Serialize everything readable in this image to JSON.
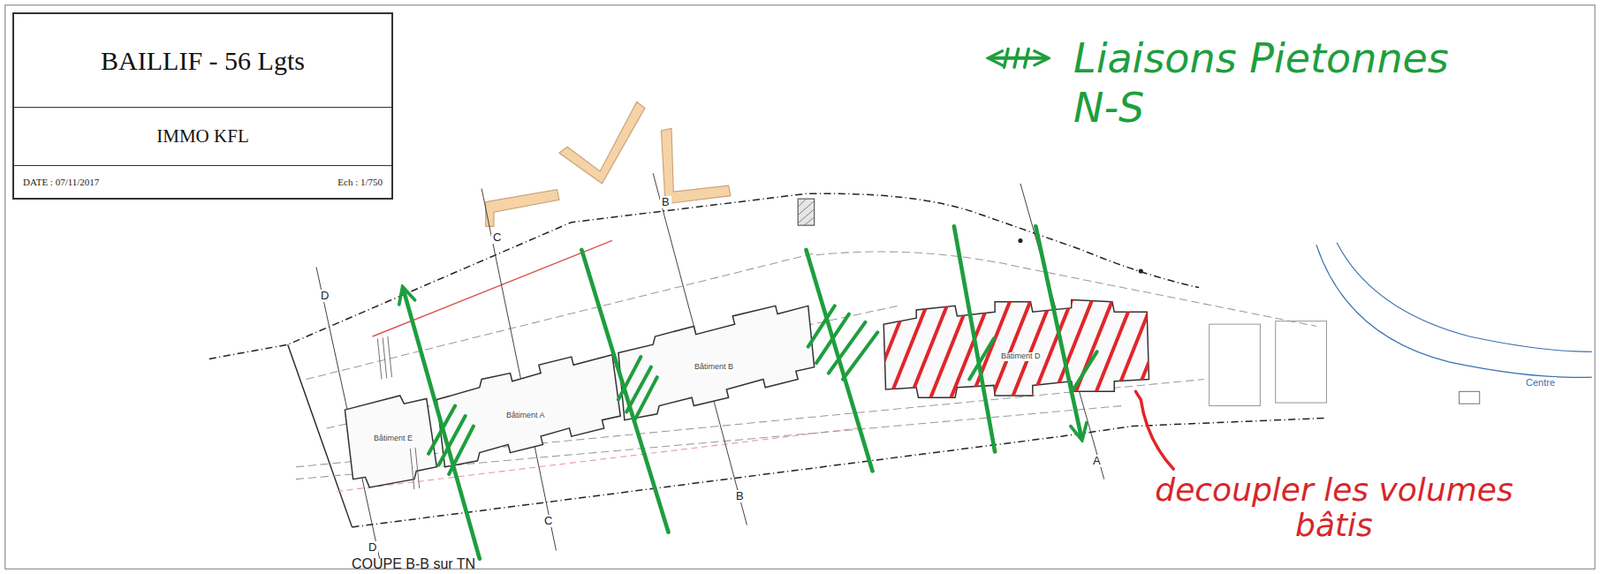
{
  "diagram": {
    "nodes": [
      {
        "text": [
          "BAILLIF - 56 Lgts",
          "IMMO KFL",
          "DATE : 07/11/2017",
          "Ech : 1/750"
        ]
      }
    ],
    "labels": [
      "D",
      "C",
      "B",
      "Bâtiment E",
      "Bâtiment A",
      "Bâtiment B",
      "Bâtiment D",
      "Centre",
      "D",
      "C",
      "B",
      "A",
      "decoupler les volumes bâtis",
      "COUPE B-B sur TN"
    ],
    "legend": [
      {
        "text": "Liaisons Pietonnes N-S"
      }
    ]
  }
}
